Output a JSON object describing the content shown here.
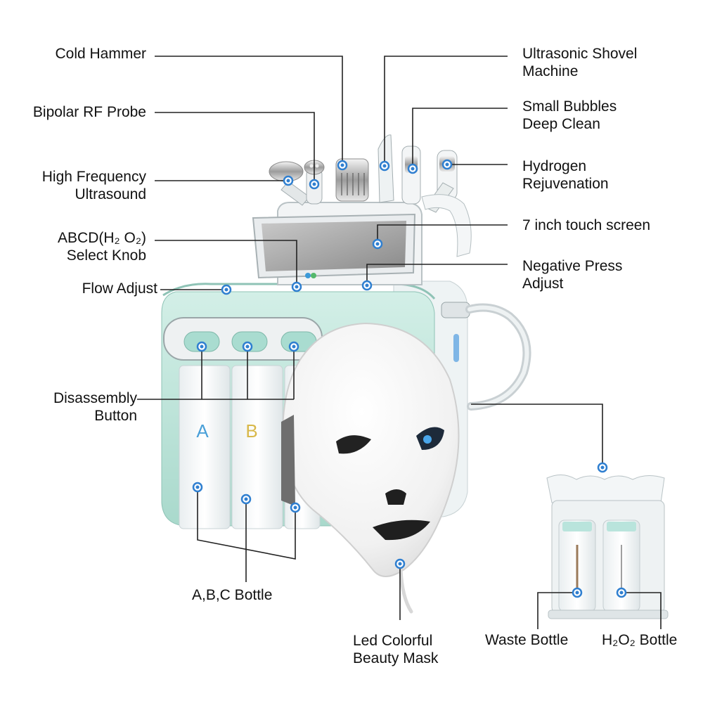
{
  "labels": {
    "cold_hammer": {
      "lines": [
        "Cold Hammer"
      ]
    },
    "bipolar_rf_probe": {
      "lines": [
        "Bipolar RF Probe"
      ]
    },
    "high_frequency_ultrasound": {
      "lines": [
        "High Frequency",
        "Ultrasound"
      ]
    },
    "abcd_select_knob": {
      "lines": [
        "ABCD(H₂ O₂)",
        "Select Knob"
      ]
    },
    "flow_adjust": {
      "lines": [
        "Flow Adjust"
      ]
    },
    "disassembly_button": {
      "lines": [
        "Disassembly",
        "Button"
      ]
    },
    "abc_bottle": {
      "lines": [
        "A,B,C Bottle"
      ]
    },
    "led_mask": {
      "lines": [
        "Led Colorful",
        "Beauty Mask"
      ]
    },
    "ultrasonic_shovel": {
      "lines": [
        "Ultrasonic Shovel",
        "Machine"
      ]
    },
    "small_bubbles": {
      "lines": [
        "Small Bubbles",
        "Deep Clean"
      ]
    },
    "hydrogen_rejuvenation": {
      "lines": [
        "Hydrogen",
        "Rejuvenation"
      ]
    },
    "touch_screen": {
      "lines": [
        "7 inch touch screen"
      ]
    },
    "negative_press": {
      "lines": [
        "Negative Press",
        "Adjust"
      ]
    },
    "waste_bottle": {
      "lines": [
        "Waste Bottle"
      ]
    },
    "h2o2_bottle": {
      "lines": [
        "H₂O₂ Bottle"
      ]
    }
  },
  "bottle_letters": {
    "a": "A",
    "b": "B"
  },
  "colors": {
    "body_mint": "#bfe6dc",
    "body_mint_dark": "#9ccfc3",
    "marker_blue": "#2f7fd0",
    "leader_line": "#222222",
    "mask_white": "#f7f7f7"
  },
  "icons": [
    "callout-dot-icon"
  ]
}
